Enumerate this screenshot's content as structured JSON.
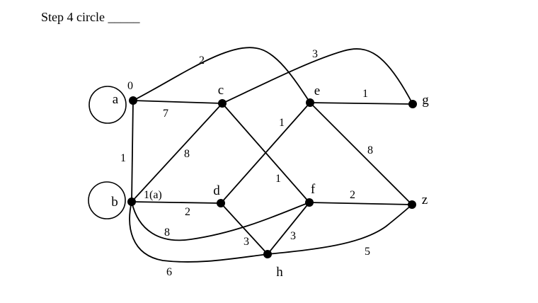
{
  "title": "Step 4 circle _____",
  "nodes": [
    {
      "id": "a",
      "label": "a"
    },
    {
      "id": "b",
      "label": "b"
    },
    {
      "id": "c",
      "label": "c"
    },
    {
      "id": "d",
      "label": "d"
    },
    {
      "id": "e",
      "label": "e"
    },
    {
      "id": "f",
      "label": "f"
    },
    {
      "id": "g",
      "label": "g"
    },
    {
      "id": "h",
      "label": "h"
    },
    {
      "id": "z",
      "label": "z"
    }
  ],
  "annotations": [
    {
      "node": "a",
      "text": "0"
    },
    {
      "node": "b",
      "text": "1(a)"
    }
  ],
  "circled": [
    "a",
    "b"
  ],
  "edges": [
    {
      "from": "a",
      "to": "e",
      "weight": "2"
    },
    {
      "from": "c",
      "to": "g",
      "weight": "3"
    },
    {
      "from": "a",
      "to": "c",
      "weight": "7"
    },
    {
      "from": "e",
      "to": "g",
      "weight": "1"
    },
    {
      "from": "a",
      "to": "b",
      "weight": "1"
    },
    {
      "from": "b",
      "to": "c",
      "weight": "8"
    },
    {
      "from": "d",
      "to": "e",
      "weight": "1"
    },
    {
      "from": "c",
      "to": "f",
      "weight": "1"
    },
    {
      "from": "e",
      "to": "z",
      "weight": "8"
    },
    {
      "from": "b",
      "to": "d",
      "weight": "2"
    },
    {
      "from": "f",
      "to": "z",
      "weight": "2"
    },
    {
      "from": "b",
      "to": "f",
      "weight": "8"
    },
    {
      "from": "d",
      "to": "h",
      "weight": "3"
    },
    {
      "from": "h",
      "to": "f",
      "weight": "3"
    },
    {
      "from": "b",
      "to": "z",
      "weight": "6"
    },
    {
      "from": "h",
      "to": "z",
      "weight": "5"
    }
  ]
}
